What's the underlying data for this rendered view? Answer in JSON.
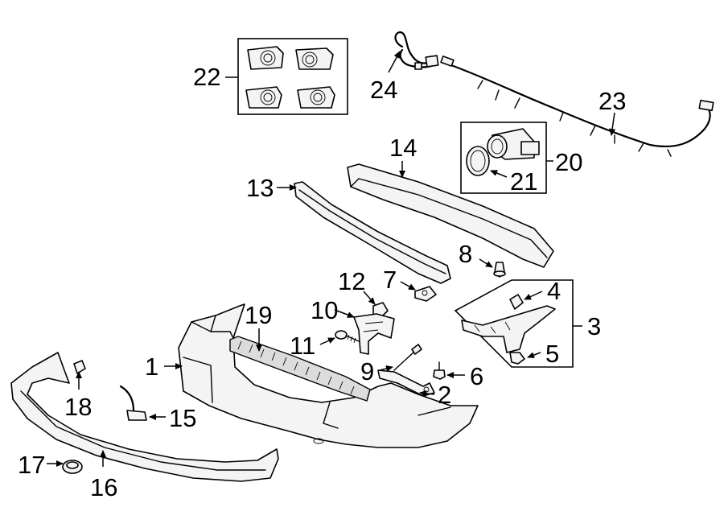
{
  "callouts": [
    {
      "id": "1",
      "part": "bumper-cover"
    },
    {
      "id": "2",
      "part": "side-bracket"
    },
    {
      "id": "3",
      "part": "bracket-kit"
    },
    {
      "id": "4",
      "part": "retainer-clip"
    },
    {
      "id": "5",
      "part": "push-nut"
    },
    {
      "id": "6",
      "part": "bolt"
    },
    {
      "id": "7",
      "part": "nut-retainer"
    },
    {
      "id": "8",
      "part": "push-pin"
    },
    {
      "id": "9",
      "part": "stud"
    },
    {
      "id": "10",
      "part": "mount-bracket"
    },
    {
      "id": "11",
      "part": "screw"
    },
    {
      "id": "12",
      "part": "clip"
    },
    {
      "id": "13",
      "part": "energy-absorber"
    },
    {
      "id": "14",
      "part": "impact-bar"
    },
    {
      "id": "15",
      "part": "wire-harness"
    },
    {
      "id": "16",
      "part": "lower-valance"
    },
    {
      "id": "17",
      "part": "grommet"
    },
    {
      "id": "18",
      "part": "retainer"
    },
    {
      "id": "19",
      "part": "step-pad"
    },
    {
      "id": "20",
      "part": "park-sensor-kit"
    },
    {
      "id": "21",
      "part": "sensor-ring"
    },
    {
      "id": "22",
      "part": "sensor-retainer-set"
    },
    {
      "id": "23",
      "part": "sensor-harness"
    },
    {
      "id": "24",
      "part": "harness-connector"
    }
  ]
}
